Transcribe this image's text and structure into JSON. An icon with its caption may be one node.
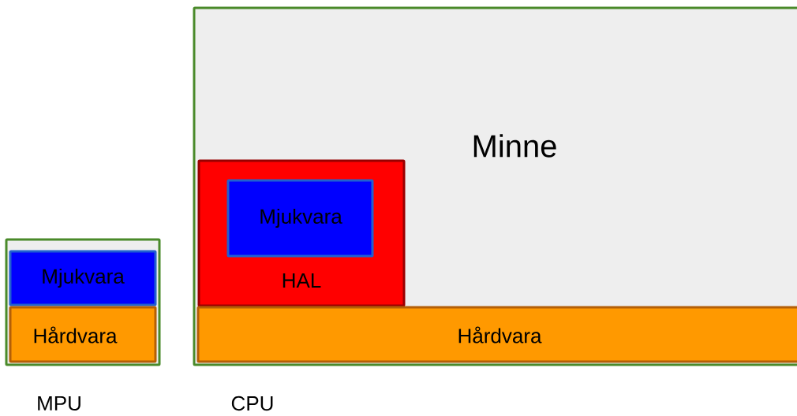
{
  "diagram": {
    "nodes": [
      {
        "text": [
          "MPU"
        ]
      },
      {
        "text": [
          "Mjukvara"
        ],
        "in": 0
      },
      {
        "text": [
          "Hårdvara"
        ],
        "in": 0
      },
      {
        "text": [
          "Minne",
          "CPU"
        ]
      },
      {
        "text": [
          "HAL"
        ],
        "in": 3
      },
      {
        "text": [
          "Mjukvara"
        ],
        "in": 4
      },
      {
        "text": [
          "Hårdvara"
        ],
        "in": 3
      }
    ]
  }
}
